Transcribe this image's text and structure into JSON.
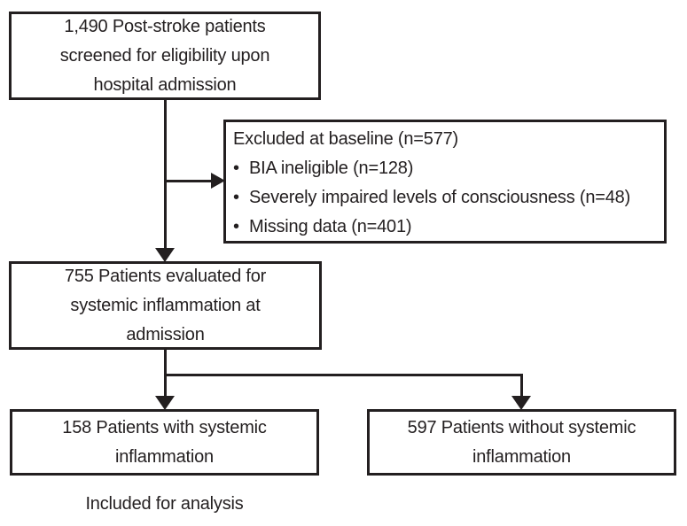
{
  "flow": {
    "screened": {
      "lines": [
        "1,490 Post-stroke patients",
        "screened for eligibility upon",
        "hospital admission"
      ]
    },
    "excluded": {
      "header": "Excluded at baseline (n=577)",
      "bullet_char": "•",
      "items": [
        "BIA ineligible (n=128)",
        "Severely impaired levels of consciousness (n=48)",
        "Missing data (n=401)"
      ]
    },
    "evaluated": {
      "lines": [
        "755 Patients evaluated for",
        "systemic inflammation at",
        "admission"
      ]
    },
    "with_inflammation": {
      "lines": [
        "158 Patients with systemic",
        "inflammation"
      ]
    },
    "without_inflammation": {
      "lines": [
        "597 Patients without systemic",
        "inflammation"
      ]
    },
    "footer_note": "Included for analysis"
  },
  "colors": {
    "ink": "#231f20",
    "background": "#ffffff"
  }
}
